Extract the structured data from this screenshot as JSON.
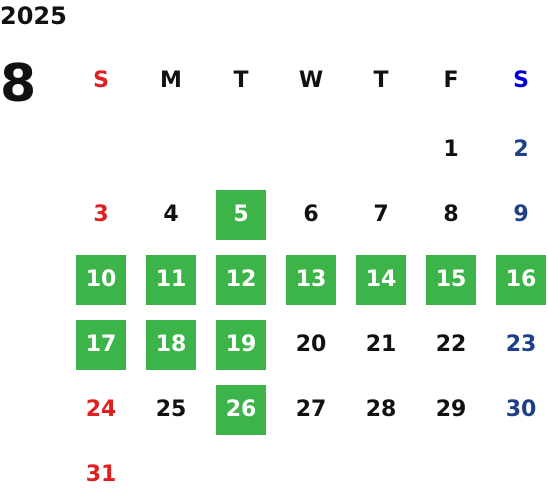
{
  "calendar": {
    "year": "2025",
    "month": "8",
    "colors": {
      "sunday": "#e02020",
      "saturday": "#0000dd",
      "saturday_date": "#1f3f8a",
      "weekday": "#111111",
      "highlight_bg": "#3db44a",
      "highlight_text": "#ffffff"
    },
    "weekdays": [
      "S",
      "M",
      "T",
      "W",
      "T",
      "F",
      "S"
    ],
    "days": [
      {
        "label": "1",
        "highlighted": false
      },
      {
        "label": "2",
        "highlighted": false
      },
      {
        "label": "3",
        "highlighted": false
      },
      {
        "label": "4",
        "highlighted": false
      },
      {
        "label": "5",
        "highlighted": true
      },
      {
        "label": "6",
        "highlighted": false
      },
      {
        "label": "7",
        "highlighted": false
      },
      {
        "label": "8",
        "highlighted": false
      },
      {
        "label": "9",
        "highlighted": false
      },
      {
        "label": "10",
        "highlighted": true
      },
      {
        "label": "11",
        "highlighted": true
      },
      {
        "label": "12",
        "highlighted": true
      },
      {
        "label": "13",
        "highlighted": true
      },
      {
        "label": "14",
        "highlighted": true
      },
      {
        "label": "15",
        "highlighted": true
      },
      {
        "label": "16",
        "highlighted": true
      },
      {
        "label": "17",
        "highlighted": true
      },
      {
        "label": "18",
        "highlighted": true
      },
      {
        "label": "19",
        "highlighted": true
      },
      {
        "label": "20",
        "highlighted": false
      },
      {
        "label": "21",
        "highlighted": false
      },
      {
        "label": "22",
        "highlighted": false
      },
      {
        "label": "23",
        "highlighted": false
      },
      {
        "label": "24",
        "highlighted": false
      },
      {
        "label": "25",
        "highlighted": false
      },
      {
        "label": "26",
        "highlighted": true
      },
      {
        "label": "27",
        "highlighted": false
      },
      {
        "label": "28",
        "highlighted": false
      },
      {
        "label": "29",
        "highlighted": false
      },
      {
        "label": "30",
        "highlighted": false
      },
      {
        "label": "31",
        "highlighted": false
      }
    ]
  }
}
